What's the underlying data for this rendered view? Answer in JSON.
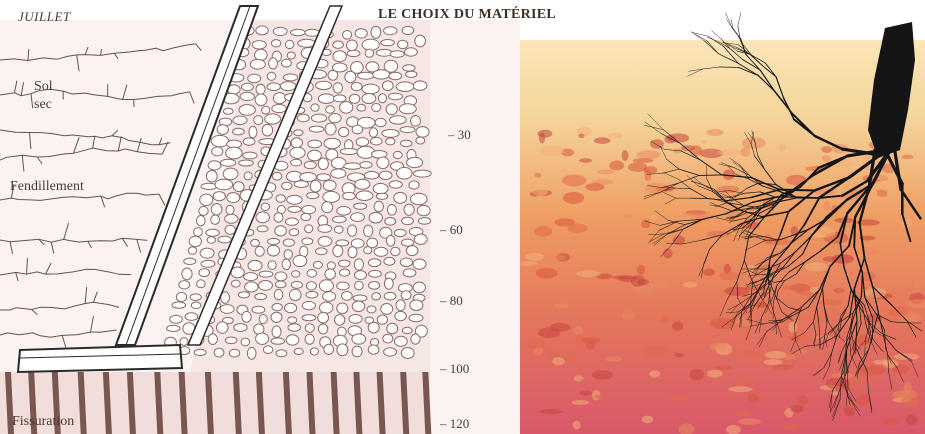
{
  "header": {
    "month": "JUILLET",
    "title": "LE CHOIX DU MATÉRIEL"
  },
  "left_panel": {
    "labels": {
      "dry_soil_line1": "Sol",
      "dry_soil_line2": "sec",
      "cracking": "Fendillement",
      "fissuring": "Fissuration"
    }
  },
  "depth_scale": {
    "markers": [
      "– 30",
      "– 60",
      "– 80",
      "– 100",
      "– 120"
    ]
  },
  "colors": {
    "ink": "#4a3a2e",
    "crack": "#6b5048",
    "soil_top": "#f4d49a",
    "soil_mid": "#e88a5a",
    "soil_bottom": "#d8586a",
    "roots": "#151515"
  }
}
